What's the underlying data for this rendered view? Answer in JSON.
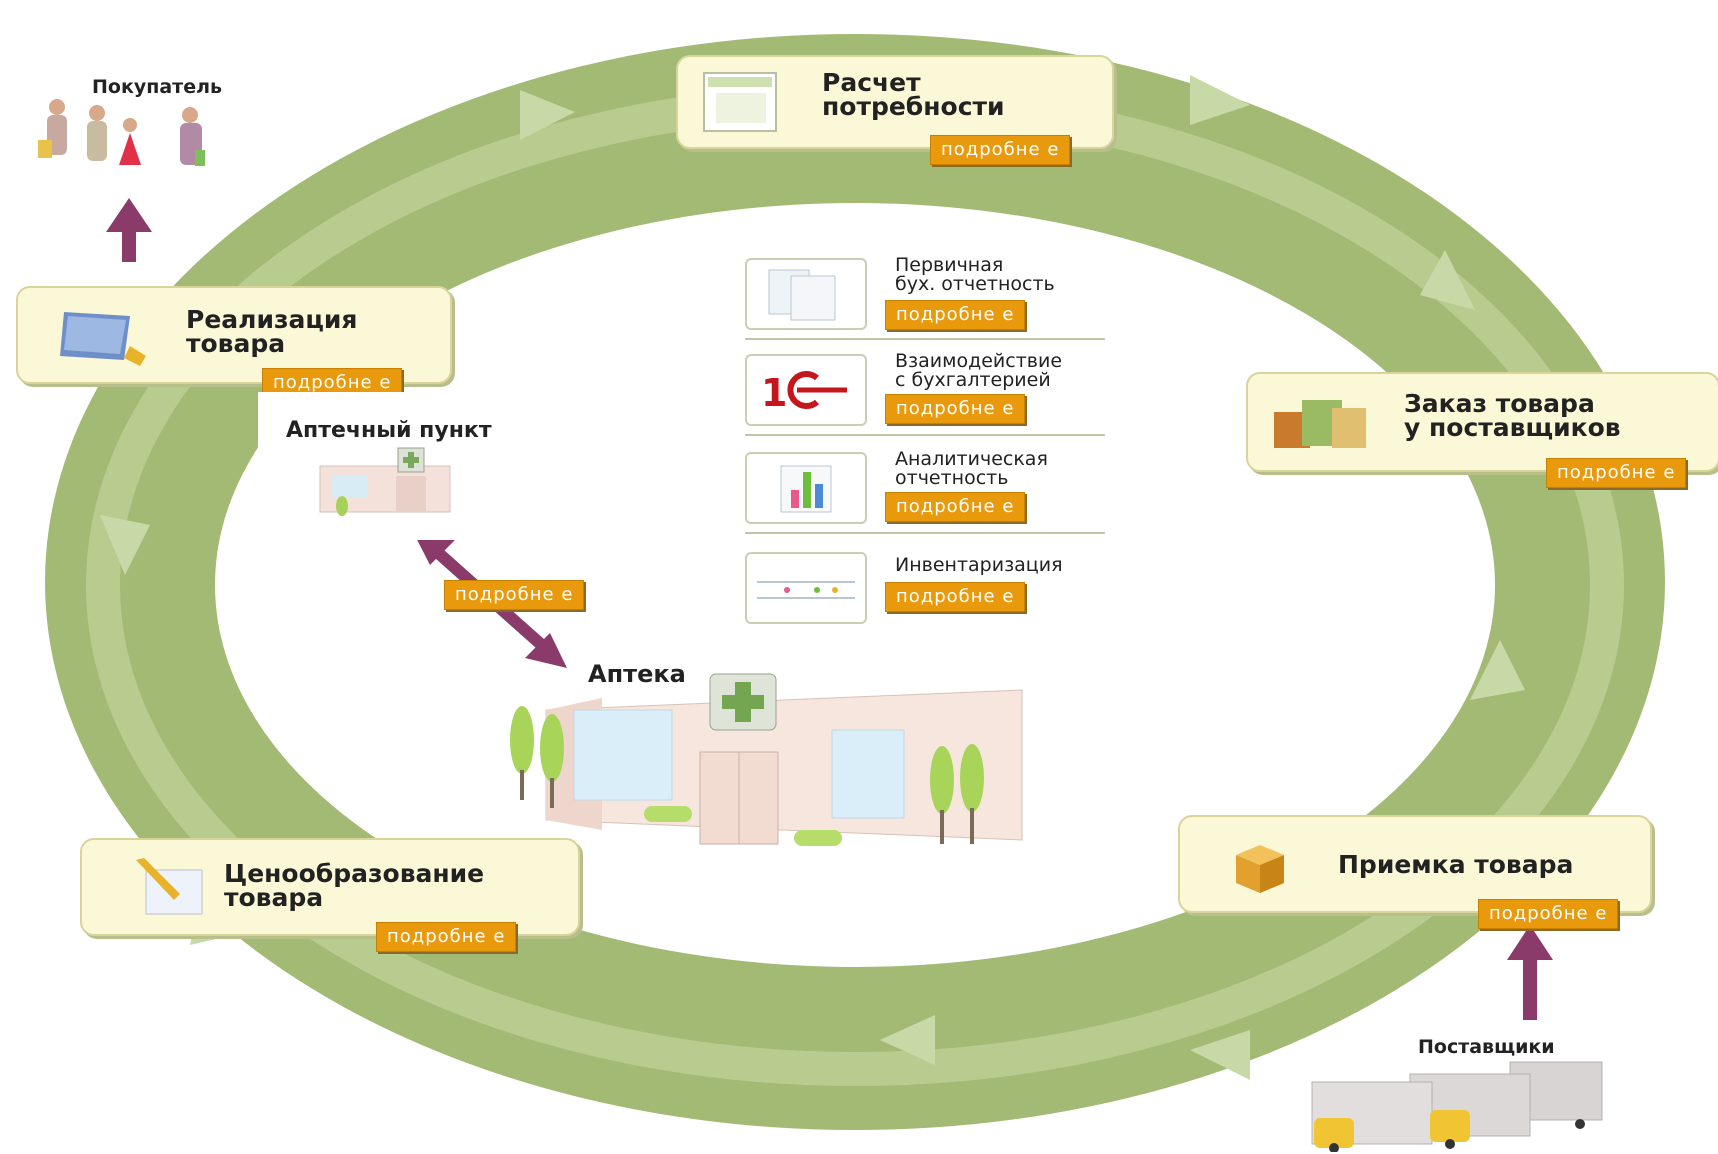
{
  "cycle_stages": [
    {
      "id": "demand",
      "title": "Расчет\nпотребности",
      "more": "подробне е",
      "icon": "calculator-window-icon"
    },
    {
      "id": "order",
      "title": "Заказ товара\nу поставщиков",
      "more": "подробне е",
      "icon": "boxes-icon"
    },
    {
      "id": "receive",
      "title": "Приемка товара",
      "more": "подробне е",
      "icon": "open-box-icon"
    },
    {
      "id": "pricing",
      "title": "Ценообразование\nтовара",
      "more": "подробне е",
      "icon": "pencil-document-icon"
    },
    {
      "id": "sale",
      "title": "Реализация\nтовара",
      "more": "подробне е",
      "icon": "pos-terminal-icon"
    }
  ],
  "center_items": [
    {
      "title": "Первичная\nбух. отчетность",
      "more": "подробне е",
      "icon": "documents-icon"
    },
    {
      "title": "Взаимодействие\nс бухгалтерией",
      "more": "подробне е",
      "icon": "1c-logo-icon"
    },
    {
      "title": "Аналитическая\nотчетность",
      "more": "подробне е",
      "icon": "bar-chart-icon"
    },
    {
      "title": "Инвентаризация",
      "more": "подробне е",
      "icon": "inventory-shelves-icon"
    }
  ],
  "labels": {
    "buyer": "Покупатель",
    "suppliers": "Поставщики",
    "pharmacy_point": "Аптечный пункт",
    "pharmacy": "Аптека",
    "link_more": "подробне е"
  },
  "colors": {
    "ring": "#a3ba74",
    "ring_inner": "#b5c98c",
    "card_bg": "#fbf8d8",
    "more_btn": "#e89a0c",
    "arrow": "#8a3b6a"
  }
}
